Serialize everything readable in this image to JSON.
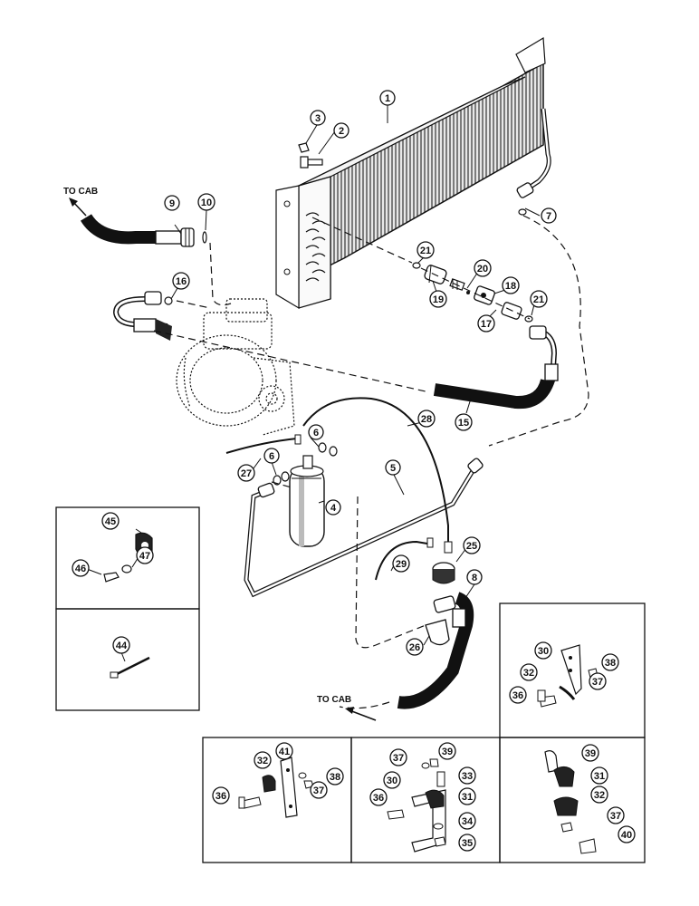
{
  "notes": {
    "to_cab_top": "TO CAB",
    "to_cab_bottom": "TO CAB"
  },
  "callouts": {
    "c1": "1",
    "c2": "2",
    "c3": "3",
    "c4": "4",
    "c5": "5",
    "c6a": "6",
    "c6b": "6",
    "c7": "7",
    "c8": "8",
    "c9": "9",
    "c10": "10",
    "c15": "15",
    "c16": "16",
    "c17": "17",
    "c18": "18",
    "c19": "19",
    "c20": "20",
    "c21a": "21",
    "c21b": "21",
    "c25": "25",
    "c26": "26",
    "c27": "27",
    "c28": "28",
    "c29": "29",
    "c30a": "30",
    "c30b": "30",
    "c31a": "31",
    "c31b": "31",
    "c32a": "32",
    "c32b": "32",
    "c32c": "32",
    "c33": "33",
    "c34": "34",
    "c35": "35",
    "c36a": "36",
    "c36b": "36",
    "c36c": "36",
    "c37a": "37",
    "c37b": "37",
    "c37c": "37",
    "c37d": "37",
    "c38a": "38",
    "c38b": "38",
    "c39a": "39",
    "c39b": "39",
    "c40": "40",
    "c41": "41",
    "c44": "44",
    "c45": "45",
    "c46": "46",
    "c47": "47"
  }
}
